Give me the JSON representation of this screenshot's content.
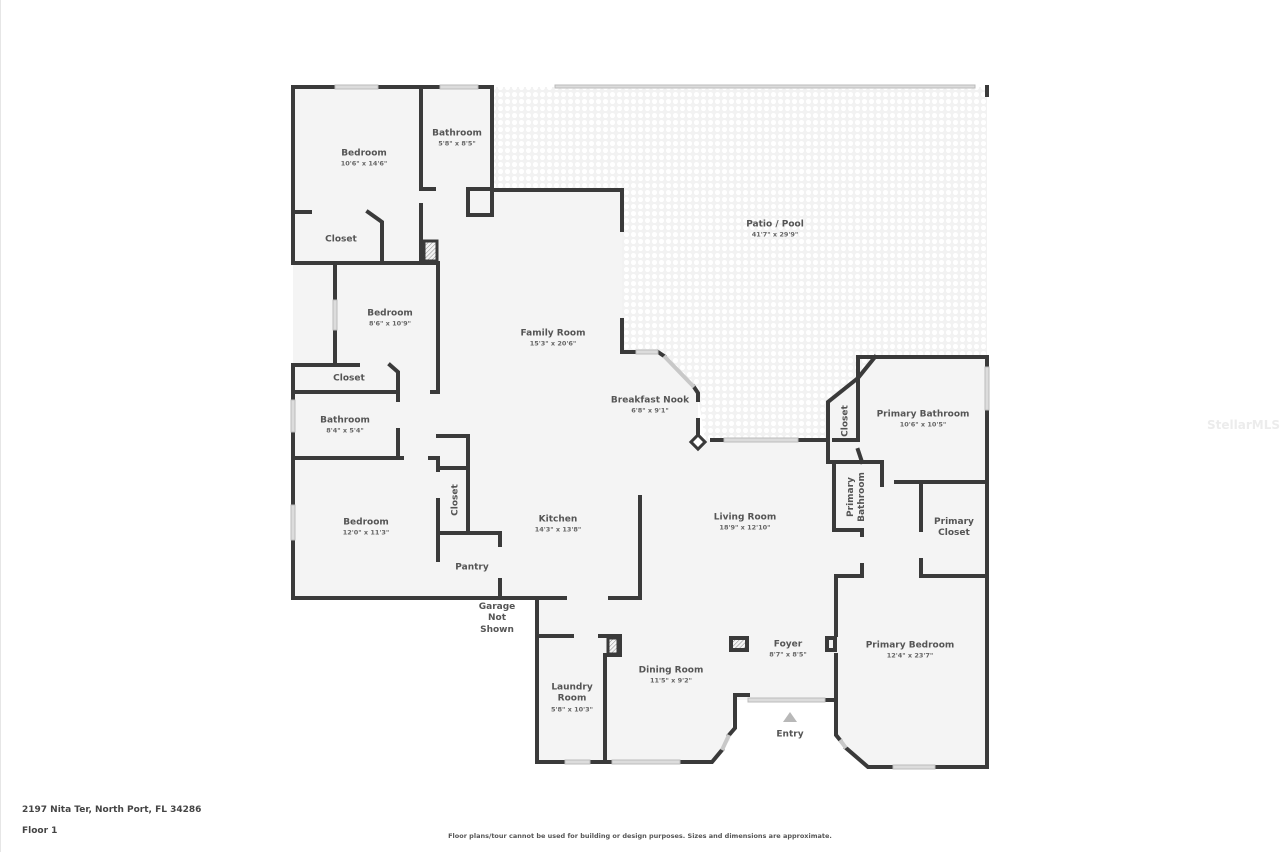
{
  "plan": {
    "address": "2197 Nita Ter, North Port, FL 34286",
    "floor": "Floor 1",
    "disclaimer": "Floor plans/tour cannot be used for building or design purposes. Sizes and dimensions are approximate.",
    "watermark": "StellarMLS",
    "colors": {
      "wall": "#3a3a3a",
      "floor": "#f4f4f4",
      "patio": "#ececec",
      "window": "#d8d8d8",
      "background": "#ffffff"
    }
  },
  "rooms": {
    "bedroom1": {
      "name": "Bedroom",
      "dims": "10'6\" x 14'6\""
    },
    "bathroom1": {
      "name": "Bathroom",
      "dims": "5'8\" x 8'5\""
    },
    "closet1": {
      "name": "Closet"
    },
    "patio": {
      "name": "Patio / Pool",
      "dims": "41'7\" x 29'9\""
    },
    "bedroom2": {
      "name": "Bedroom",
      "dims": "8'6\" x 10'9\""
    },
    "family_room": {
      "name": "Family Room",
      "dims": "15'3\" x 20'6\""
    },
    "closet2": {
      "name": "Closet"
    },
    "bathroom2": {
      "name": "Bathroom",
      "dims": "8'4\" x 5'4\""
    },
    "breakfast_nook": {
      "name": "Breakfast Nook",
      "dims": "6'8\" x 9'1\""
    },
    "primary_bathroom": {
      "name": "Primary Bathroom",
      "dims": "10'6\" x 10'5\""
    },
    "closet_primary": {
      "name": "Closet"
    },
    "primary_bathroom_small": {
      "name": "Primary Bathroom"
    },
    "primary_closet": {
      "name": "Primary Closet"
    },
    "bedroom3": {
      "name": "Bedroom",
      "dims": "12'0\" x 11'3\""
    },
    "closet3": {
      "name": "Closet"
    },
    "kitchen": {
      "name": "Kitchen",
      "dims": "14'3\" x 13'8\""
    },
    "living_room": {
      "name": "Living Room",
      "dims": "18'9\" x 12'10\""
    },
    "pantry": {
      "name": "Pantry"
    },
    "garage_note": {
      "name": "Garage Not Shown"
    },
    "foyer": {
      "name": "Foyer",
      "dims": "8'7\" x 8'5\""
    },
    "primary_bedroom": {
      "name": "Primary Bedroom",
      "dims": "12'4\" x 23'7\""
    },
    "laundry": {
      "name": "Laundry Room",
      "dims": "5'8\" x 10'3\""
    },
    "dining_room": {
      "name": "Dining Room",
      "dims": "11'5\" x 9'2\""
    },
    "entry": {
      "name": "Entry"
    }
  }
}
